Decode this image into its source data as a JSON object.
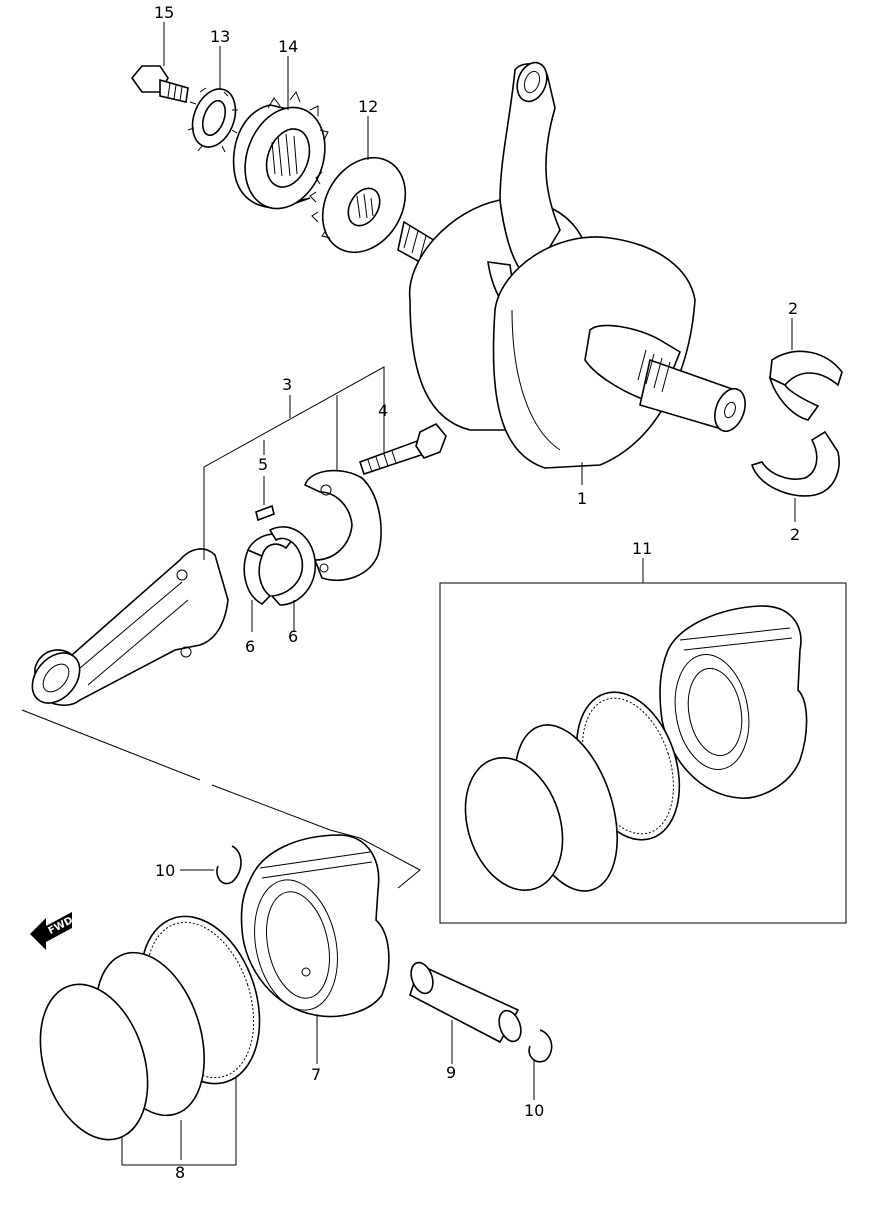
{
  "labels": {
    "p1": "1",
    "p2a": "2",
    "p2b": "2",
    "p3": "3",
    "p4": "4",
    "p5": "5",
    "p6a": "6",
    "p6b": "6",
    "p7": "7",
    "p8": "8",
    "p9": "9",
    "p10a": "10",
    "p10b": "10",
    "p11": "11",
    "p12": "12",
    "p13": "13",
    "p14": "14",
    "p15": "15"
  },
  "fwd_arrow": {
    "text": "FWD"
  }
}
